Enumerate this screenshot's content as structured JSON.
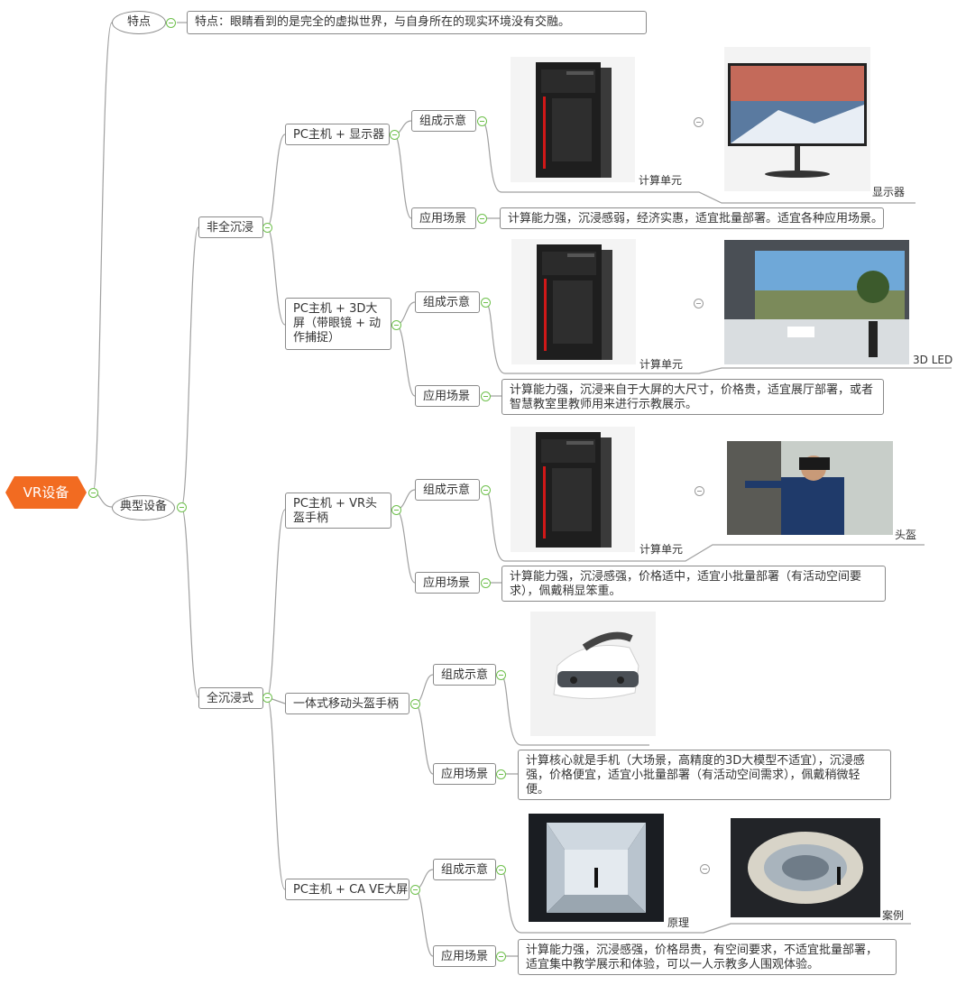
{
  "root": {
    "label": "VR设备"
  },
  "feature": {
    "label": "特点",
    "text": "特点：眼睛看到的是完全的虚拟世界，与自身所在的现实环境没有交融。"
  },
  "typical": {
    "label": "典型设备"
  },
  "non_immersive": {
    "label": "非全沉浸"
  },
  "full_immersive": {
    "label": "全沉浸式"
  },
  "devices": [
    {
      "label": "PC主机 + 显示器",
      "compose_label": "组成示意",
      "apply_label": "应用场景",
      "apply_text": "计算能力强，沉浸感弱，经济实惠，适宜批量部署。适宜各种应用场景。",
      "caption_a": "计算单元",
      "caption_b": "显示器"
    },
    {
      "label": "PC主机 + 3D大屏（带眼镜 + 动作捕捉）",
      "compose_label": "组成示意",
      "apply_label": "应用场景",
      "apply_text": "计算能力强，沉浸来自于大屏的大尺寸，价格贵，适宜展厅部署，或者智慧教室里教师用来进行示教展示。",
      "caption_a": "计算单元",
      "caption_b": "3D LED"
    },
    {
      "label": "PC主机 + VR头盔手柄",
      "compose_label": "组成示意",
      "apply_label": "应用场景",
      "apply_text": "计算能力强，沉浸感强，价格适中，适宜小批量部署（有活动空间要求），佩戴稍显笨重。",
      "caption_a": "计算单元",
      "caption_b": "头盔"
    },
    {
      "label": "一体式移动头盔手柄",
      "compose_label": "组成示意",
      "apply_label": "应用场景",
      "apply_text": "计算核心就是手机（大场景，高精度的3D大模型不适宜），沉浸感强，价格便宜，适宜小批量部署（有活动空间需求），佩戴稍微轻便。"
    },
    {
      "label": "PC主机 + CA VE大屏",
      "compose_label": "组成示意",
      "apply_label": "应用场景",
      "apply_text": "计算能力强，沉浸感强，价格昂贵，有空间要求，不适宜批量部署，适宜集中教学展示和体验，可以一人示教多人围观体验。",
      "caption_a": "原理",
      "caption_b": "案例"
    }
  ],
  "colors": {
    "root_fill": "#f26b21",
    "toggle": "#6ec04c",
    "line": "#9a9a9a"
  }
}
